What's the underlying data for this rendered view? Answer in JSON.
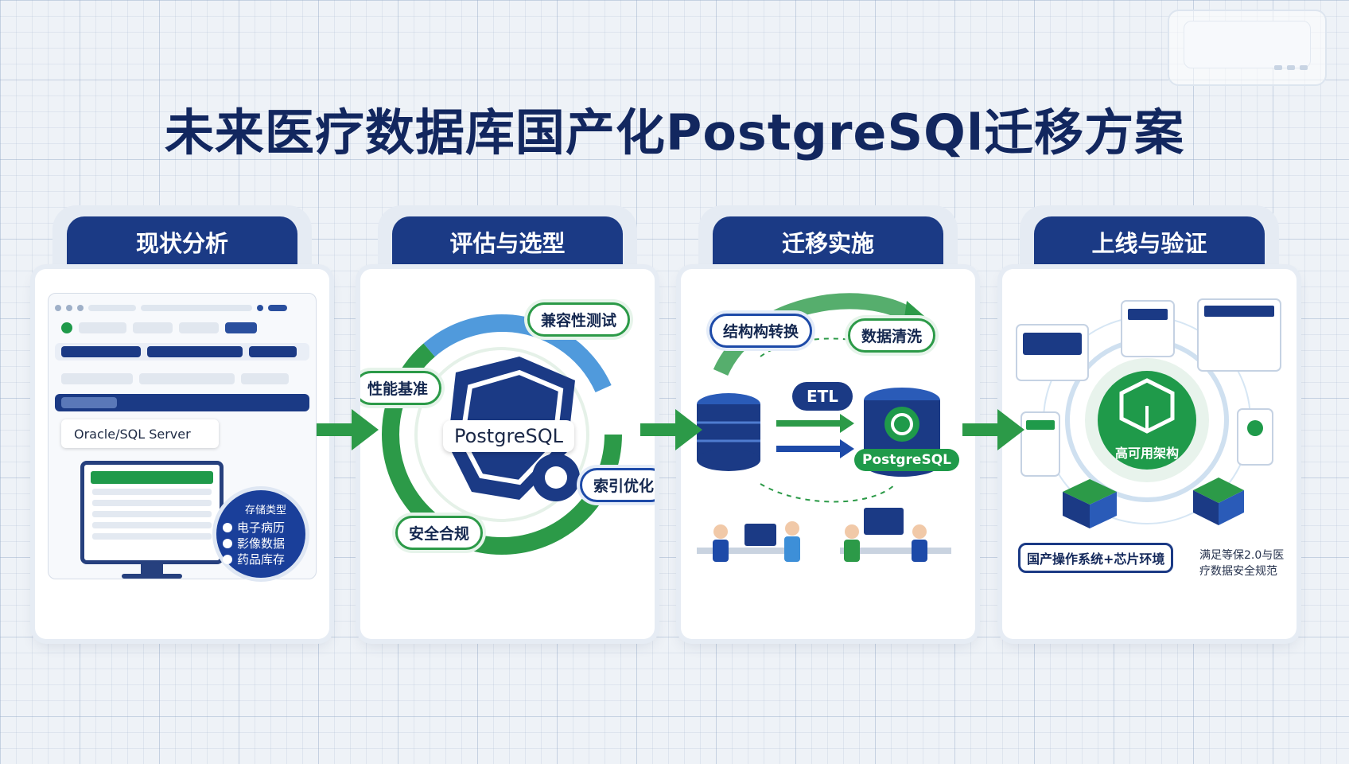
{
  "title": "未来医疗数据库国产化PostgreSQl迁移方案",
  "stages": [
    {
      "label": "现状分析",
      "source_db": "Oracle/SQL Server",
      "badge_title": "存储类型",
      "data_types": [
        "电子病历",
        "影像数据",
        "药品库存"
      ]
    },
    {
      "label": "评估与选型",
      "core": "PostgreSQL",
      "tasks": [
        "兼容性测试",
        "性能基准",
        "索引优化",
        "安全合规"
      ]
    },
    {
      "label": "迁移实施",
      "tasks": [
        "结构构转换",
        "数据清洗"
      ],
      "etl": "ETL",
      "target_db": "PostgreSQL"
    },
    {
      "label": "上线与验证",
      "core": "高可用架构",
      "env": "国产操作系统+芯片环境",
      "compliance": [
        "满足等保2.0与医",
        "疗数据安全规范"
      ]
    }
  ],
  "colors": {
    "navy": "#1b3a85",
    "green": "#2c9a48",
    "blue": "#1d4aa8",
    "title": "#12275f"
  },
  "icons": [
    "database-icon",
    "monitor-icon",
    "shield-icon",
    "gear-icon",
    "arrow-right-icon",
    "server-cube-icon"
  ]
}
